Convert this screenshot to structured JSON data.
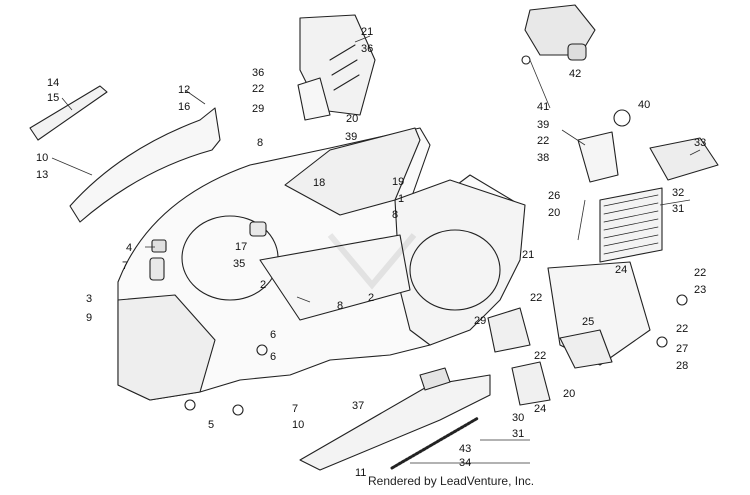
{
  "footer": {
    "rendered_by": "Rendered by LeadVenture, Inc."
  },
  "callouts": [
    {
      "id": "c14a",
      "text": "14"
    },
    {
      "id": "c15a",
      "text": "15"
    },
    {
      "id": "c12",
      "text": "12"
    },
    {
      "id": "c16",
      "text": "16"
    },
    {
      "id": "c10a",
      "text": "10"
    },
    {
      "id": "c13",
      "text": "13"
    },
    {
      "id": "c4",
      "text": "4"
    },
    {
      "id": "c7a",
      "text": "7"
    },
    {
      "id": "c3",
      "text": "3"
    },
    {
      "id": "c9",
      "text": "9"
    },
    {
      "id": "c17",
      "text": "17"
    },
    {
      "id": "c35",
      "text": "35"
    },
    {
      "id": "c2a",
      "text": "2"
    },
    {
      "id": "c6a",
      "text": "6"
    },
    {
      "id": "c6b",
      "text": "6"
    },
    {
      "id": "c5",
      "text": "5"
    },
    {
      "id": "c7b",
      "text": "7"
    },
    {
      "id": "c10b",
      "text": "10"
    },
    {
      "id": "c11",
      "text": "11"
    },
    {
      "id": "c8a",
      "text": "8"
    },
    {
      "id": "c39a",
      "text": "39"
    },
    {
      "id": "c18",
      "text": "18"
    },
    {
      "id": "c8b",
      "text": "8"
    },
    {
      "id": "c8c",
      "text": "8"
    },
    {
      "id": "c2b",
      "text": "2"
    },
    {
      "id": "c37",
      "text": "37"
    },
    {
      "id": "c43",
      "text": "43"
    },
    {
      "id": "c34",
      "text": "34"
    },
    {
      "id": "c21a",
      "text": "21"
    },
    {
      "id": "c36a",
      "text": "36"
    },
    {
      "id": "c36b",
      "text": "36"
    },
    {
      "id": "c22a",
      "text": "22"
    },
    {
      "id": "c29a",
      "text": "29"
    },
    {
      "id": "c20a",
      "text": "20"
    },
    {
      "id": "c19",
      "text": "19"
    },
    {
      "id": "c1",
      "text": "1"
    },
    {
      "id": "c42",
      "text": "42"
    },
    {
      "id": "c41",
      "text": "41"
    },
    {
      "id": "c39b",
      "text": "39"
    },
    {
      "id": "c22b",
      "text": "22"
    },
    {
      "id": "c38",
      "text": "38"
    },
    {
      "id": "c40",
      "text": "40"
    },
    {
      "id": "c33",
      "text": "33"
    },
    {
      "id": "c32",
      "text": "32"
    },
    {
      "id": "c31a",
      "text": "31"
    },
    {
      "id": "c26",
      "text": "26"
    },
    {
      "id": "c20b",
      "text": "20"
    },
    {
      "id": "c21b",
      "text": "21"
    },
    {
      "id": "c24a",
      "text": "24"
    },
    {
      "id": "c22c",
      "text": "22"
    },
    {
      "id": "c23",
      "text": "23"
    },
    {
      "id": "c22d",
      "text": "22"
    },
    {
      "id": "c22e",
      "text": "22"
    },
    {
      "id": "c29b",
      "text": "29"
    },
    {
      "id": "c25",
      "text": "25"
    },
    {
      "id": "c22f",
      "text": "22"
    },
    {
      "id": "c27",
      "text": "27"
    },
    {
      "id": "c28",
      "text": "28"
    },
    {
      "id": "c20c",
      "text": "20"
    },
    {
      "id": "c30",
      "text": "30"
    },
    {
      "id": "c24b",
      "text": "24"
    },
    {
      "id": "c31b",
      "text": "31"
    }
  ]
}
